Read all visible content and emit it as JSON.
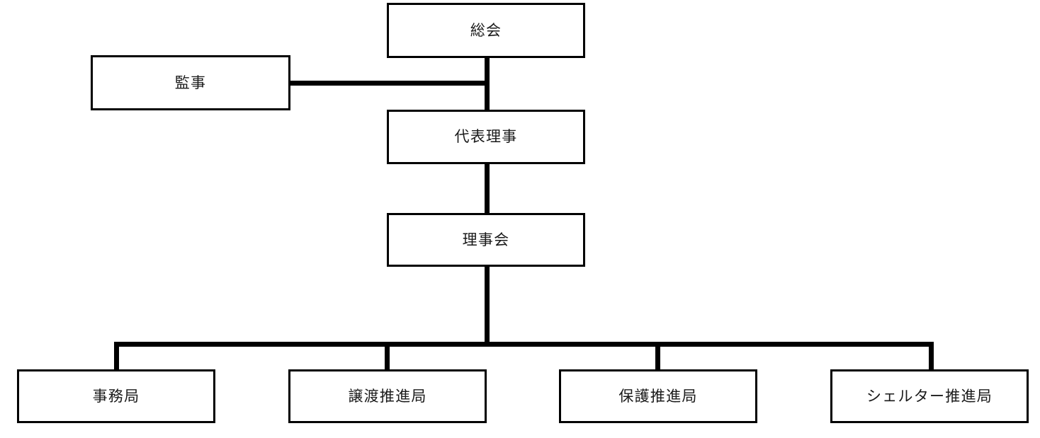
{
  "chart": {
    "type": "organization-chart",
    "title": "",
    "background_color": "#ffffff",
    "line_color": "#000000",
    "box_border_color": "#000000",
    "box_fill_color": "#ffffff",
    "text_color": "#1a1a1a"
  },
  "nodes": {
    "general_assembly": {
      "label": "総会",
      "level": 1
    },
    "auditor": {
      "label": "監事",
      "level": 1
    },
    "representative_director": {
      "label": "代表理事",
      "level": 2
    },
    "board_of_directors": {
      "label": "理事会",
      "level": 3
    },
    "secretariat": {
      "label": "事務局",
      "level": 4
    },
    "transfer_bureau": {
      "label": "譲渡推進局",
      "level": 4
    },
    "protection_bureau": {
      "label": "保護推進局",
      "level": 4
    },
    "shelter_bureau": {
      "label": "シェルター推進局",
      "level": 4
    }
  },
  "connections": [
    {
      "from": "general_assembly",
      "to": "representative_director",
      "style": "vertical"
    },
    {
      "from": "auditor",
      "to": "general_assembly",
      "style": "horizontal"
    },
    {
      "from": "representative_director",
      "to": "board_of_directors",
      "style": "vertical"
    },
    {
      "from": "board_of_directors",
      "to": "secretariat",
      "style": "elbow"
    },
    {
      "from": "board_of_directors",
      "to": "transfer_bureau",
      "style": "elbow"
    },
    {
      "from": "board_of_directors",
      "to": "protection_bureau",
      "style": "elbow"
    },
    {
      "from": "board_of_directors",
      "to": "shelter_bureau",
      "style": "elbow"
    }
  ]
}
